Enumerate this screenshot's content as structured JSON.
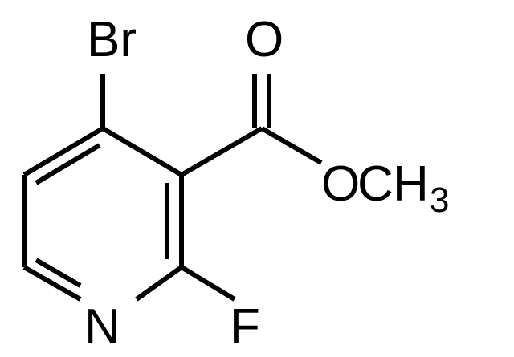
{
  "atoms": {
    "bromine": "Br",
    "carbonyl_oxygen": "O",
    "ester_oxygen": "O",
    "methyl_carbon": "C",
    "methyl_hydrogen": "H",
    "methyl_subscript": "3",
    "ring_nitrogen": "N",
    "fluorine": "F"
  },
  "colors": {
    "bond": "#000000",
    "label": "#000000",
    "background": "#ffffff"
  }
}
